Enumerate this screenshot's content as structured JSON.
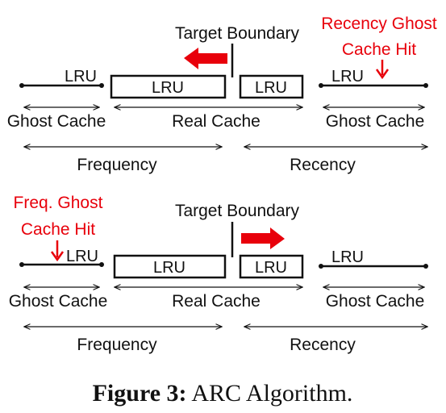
{
  "panels": [
    {
      "target_boundary": "Target Boundary",
      "lru_label": "LRU",
      "hit_label": [
        "Recency Ghost",
        "Cache Hit"
      ],
      "ghost_cache_left": "Ghost Cache",
      "real_cache": "Real Cache",
      "ghost_cache_right": "Ghost Cache",
      "frequency": "Frequency",
      "recency": "Recency"
    },
    {
      "target_boundary": "Target Boundary",
      "lru_label": "LRU",
      "hit_label": [
        "Freq. Ghost",
        "Cache Hit"
      ],
      "ghost_cache_left": "Ghost Cache",
      "real_cache": "Real Cache",
      "ghost_cache_right": "Ghost Cache",
      "frequency": "Frequency",
      "recency": "Recency"
    }
  ],
  "caption": {
    "prefix": "Figure 3:",
    "text": " ARC Algorithm."
  },
  "colors": {
    "highlight": "#e8000b"
  }
}
